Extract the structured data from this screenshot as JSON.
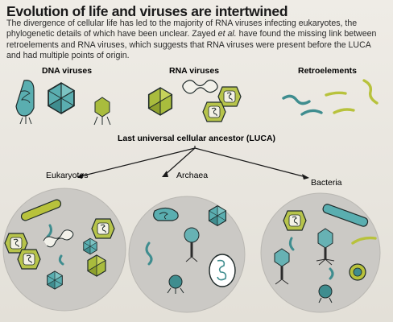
{
  "title": "Evolution of life and viruses are intertwined",
  "intro": {
    "part1": "The divergence of cellular life has led to the majority of RNA viruses infecting eukaryotes, the phylogenetic details of which have been unclear. Zayed ",
    "et_al": "et al.",
    "part2": " have found the missing link between retroelements and RNA viruses, which suggests that RNA viruses were present before the LUCA and had multiple points of origin."
  },
  "groups": {
    "dna_viruses": "DNA viruses",
    "rna_viruses": "RNA viruses",
    "retroelements": "Retroelements"
  },
  "luca": "Last universal cellular ancestor (LUCA)",
  "branches": {
    "eukaryotes": "Eukaryotes",
    "archaea": "Archaea",
    "bacteria": "Bacteria"
  },
  "colors": {
    "teal": "#3f9c9a",
    "yellow_green": "#b8c23c",
    "dark": "#2b2b2b",
    "circle": "#c9c7c3"
  }
}
